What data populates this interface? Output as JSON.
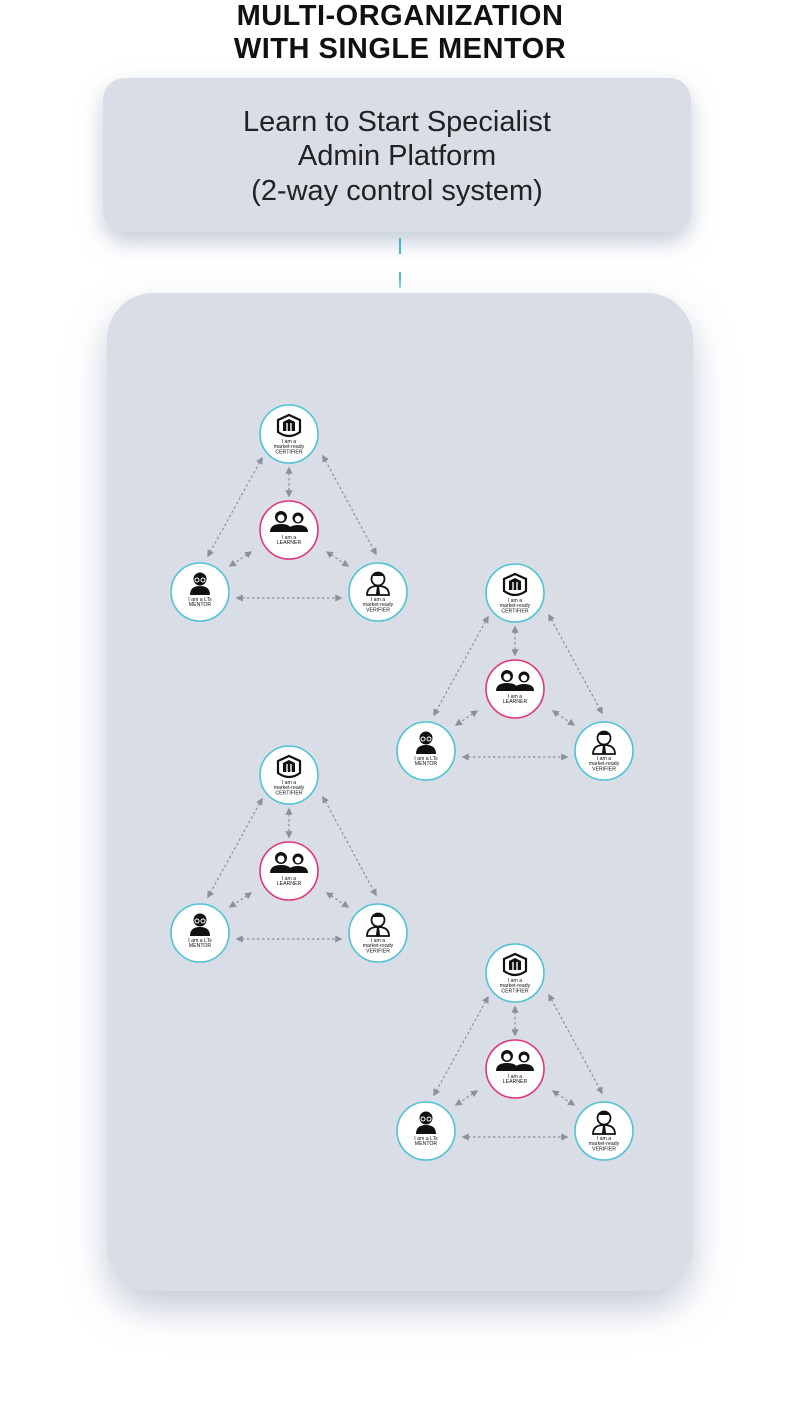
{
  "title": {
    "line1": "MULTI-ORGANIZATION",
    "line2": "WITH SINGLE MENTOR"
  },
  "platform": {
    "line1": "Learn to Start Specialist",
    "line2": "Admin Platform",
    "line3": "(2-way control system)"
  },
  "roles": {
    "certifier": [
      "I am a",
      "market-ready",
      "CERTIFIER"
    ],
    "learner": [
      "I am a",
      "LEARNER"
    ],
    "mentor": [
      "I am a LTs",
      "MENTOR"
    ],
    "verifier": [
      "I am a",
      "market-ready",
      "VERIFIER"
    ]
  },
  "organization_count": 4,
  "colors": {
    "certifier_ring": "#4fc3d4",
    "mentor_ring": "#4fc3d4",
    "verifier_ring": "#4fc3d4",
    "learner_ring": "#e0357a",
    "arrow": "#8a909c",
    "connector": "#3fb8cc"
  },
  "icons": {
    "certifier": "shield-gate-icon",
    "learner": "two-people-icon",
    "mentor": "woman-with-glasses-icon",
    "verifier": "man-with-tie-icon"
  }
}
